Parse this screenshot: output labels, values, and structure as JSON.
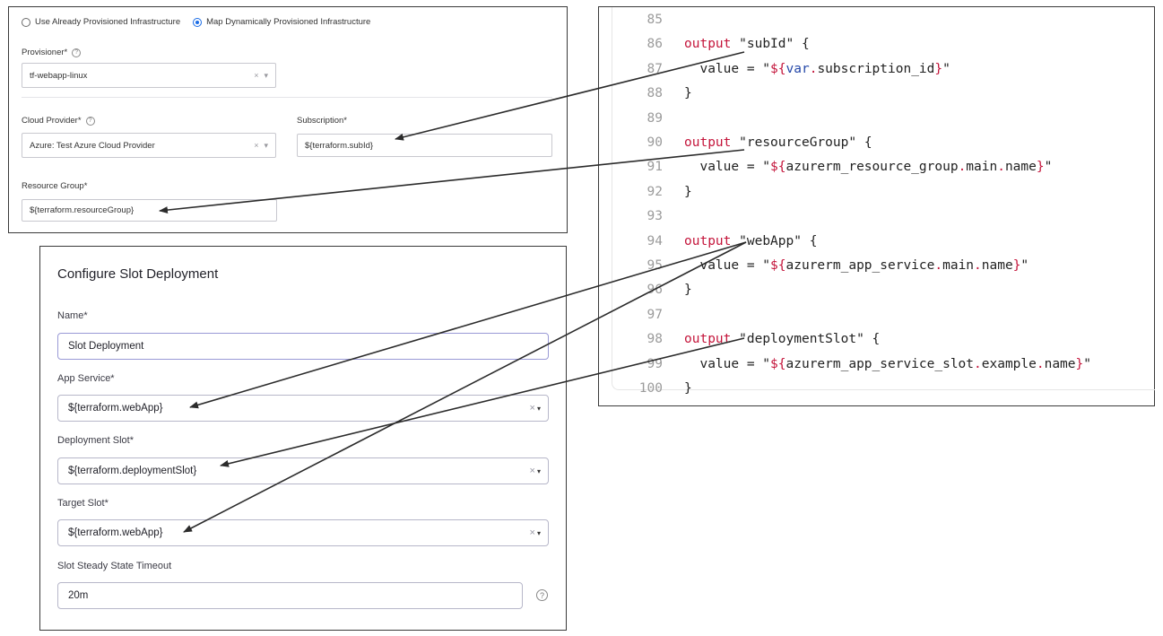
{
  "infra": {
    "radio_existing": "Use Already Provisioned Infrastructure",
    "radio_dynamic": "Map Dynamically Provisioned Infrastructure",
    "provisioner_label": "Provisioner*",
    "provisioner_value": "tf-webapp-linux",
    "cloud_provider_label": "Cloud Provider*",
    "cloud_provider_value": "Azure: Test Azure Cloud Provider",
    "subscription_label": "Subscription*",
    "subscription_value": "${terraform.subId}",
    "resource_group_label": "Resource Group*",
    "resource_group_value": "${terraform.resourceGroup}",
    "help_glyph": "?",
    "clear_glyph": "×",
    "caret_glyph": "▾"
  },
  "slot": {
    "title": "Configure Slot Deployment",
    "name_label": "Name*",
    "name_value": "Slot Deployment",
    "app_service_label": "App Service*",
    "app_service_value": "${terraform.webApp}",
    "deployment_slot_label": "Deployment Slot*",
    "deployment_slot_value": "${terraform.deploymentSlot}",
    "target_slot_label": "Target Slot*",
    "target_slot_value": "${terraform.webApp}",
    "timeout_label": "Slot Steady State Timeout",
    "timeout_value": "20m",
    "help_glyph": "?",
    "clear_glyph": "×",
    "caret_glyph": "▾"
  },
  "code": {
    "lines": [
      {
        "n": "85",
        "parts": []
      },
      {
        "n": "86",
        "parts": [
          [
            "kw",
            "output"
          ],
          [
            "str",
            " \""
          ],
          [
            "ident",
            "subId"
          ],
          [
            "str",
            "\" {"
          ]
        ]
      },
      {
        "n": "87",
        "parts": [
          [
            "str",
            "  value = \""
          ],
          [
            "interp",
            "${"
          ],
          [
            "var",
            "var"
          ],
          [
            "dot",
            "."
          ],
          [
            "ident",
            "subscription_id"
          ],
          [
            "interp",
            "}"
          ],
          [
            "str",
            "\""
          ]
        ]
      },
      {
        "n": "88",
        "parts": [
          [
            "str",
            "}"
          ]
        ]
      },
      {
        "n": "89",
        "parts": []
      },
      {
        "n": "90",
        "parts": [
          [
            "kw",
            "output"
          ],
          [
            "str",
            " \""
          ],
          [
            "ident",
            "resourceGroup"
          ],
          [
            "str",
            "\" {"
          ]
        ]
      },
      {
        "n": "91",
        "parts": [
          [
            "str",
            "  value = \""
          ],
          [
            "interp",
            "${"
          ],
          [
            "ident",
            "azurerm_resource_group"
          ],
          [
            "dot",
            "."
          ],
          [
            "ident",
            "main"
          ],
          [
            "dot",
            "."
          ],
          [
            "ident",
            "name"
          ],
          [
            "interp",
            "}"
          ],
          [
            "str",
            "\""
          ]
        ]
      },
      {
        "n": "92",
        "parts": [
          [
            "str",
            "}"
          ]
        ]
      },
      {
        "n": "93",
        "parts": []
      },
      {
        "n": "94",
        "parts": [
          [
            "kw",
            "output"
          ],
          [
            "str",
            " \""
          ],
          [
            "ident",
            "webApp"
          ],
          [
            "str",
            "\" {"
          ]
        ]
      },
      {
        "n": "95",
        "parts": [
          [
            "str",
            "  value = \""
          ],
          [
            "interp",
            "${"
          ],
          [
            "ident",
            "azurerm_app_service"
          ],
          [
            "dot",
            "."
          ],
          [
            "ident",
            "main"
          ],
          [
            "dot",
            "."
          ],
          [
            "ident",
            "name"
          ],
          [
            "interp",
            "}"
          ],
          [
            "str",
            "\""
          ]
        ]
      },
      {
        "n": "96",
        "parts": [
          [
            "str",
            "}"
          ]
        ]
      },
      {
        "n": "97",
        "parts": []
      },
      {
        "n": "98",
        "parts": [
          [
            "kw",
            "output"
          ],
          [
            "str",
            " \""
          ],
          [
            "ident",
            "deploymentSlot"
          ],
          [
            "str",
            "\" {"
          ]
        ]
      },
      {
        "n": "99",
        "parts": [
          [
            "str",
            "  value = \""
          ],
          [
            "interp",
            "${"
          ],
          [
            "ident",
            "azurerm_app_service_slot"
          ],
          [
            "dot",
            "."
          ],
          [
            "ident",
            "example"
          ],
          [
            "dot",
            "."
          ],
          [
            "ident",
            "name"
          ],
          [
            "interp",
            "}"
          ],
          [
            "str",
            "\""
          ]
        ]
      },
      {
        "n": "100",
        "parts": [
          [
            "str",
            "}"
          ]
        ]
      }
    ]
  },
  "colors": {
    "arrow": "#2b2b2b",
    "radio_accent": "#1a6ce6",
    "keyword": "#c4153b",
    "variable": "#2447a8"
  }
}
